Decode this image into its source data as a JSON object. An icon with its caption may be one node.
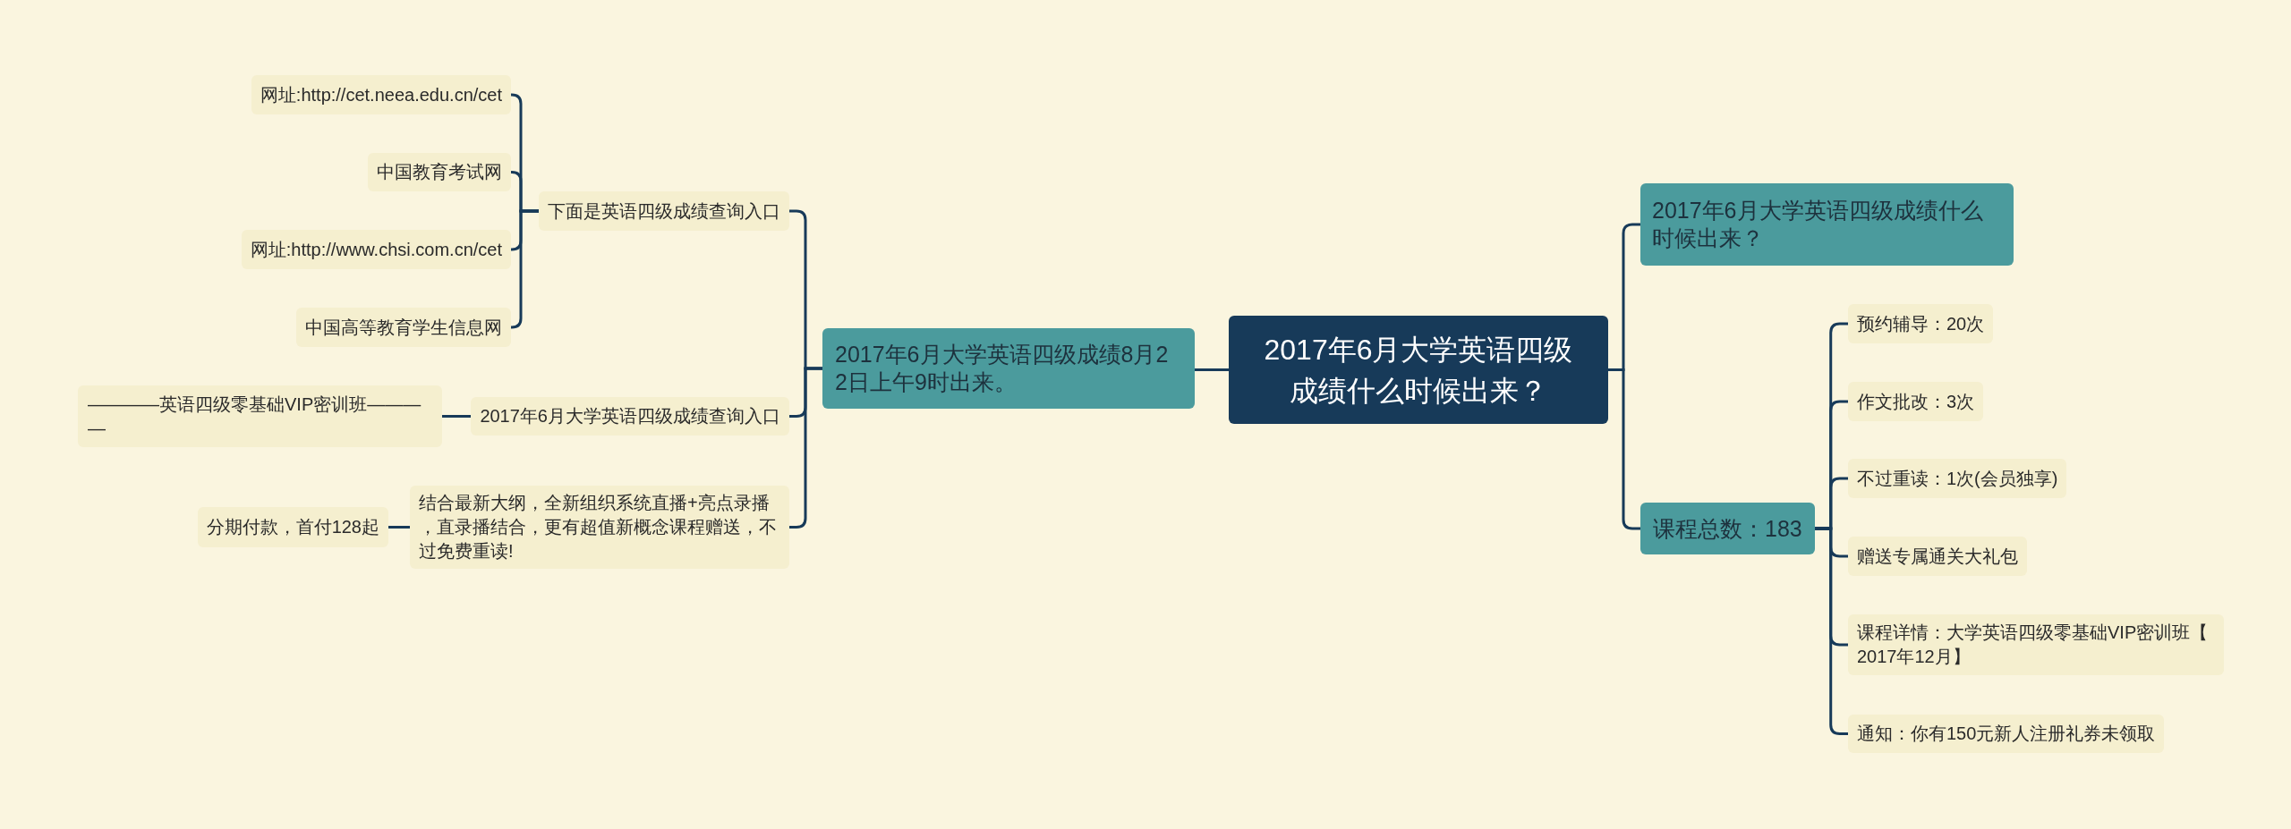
{
  "diagram": {
    "nodes": [
      {
        "text": [
          "2017年6月大学英语四级成绩什么时候出来？"
        ]
      },
      {
        "text": [
          "2017年6月大学英语四级成绩8月22日上午9时出来。"
        ]
      },
      {
        "text": [
          "下面是英语四级成绩查询入口"
        ]
      },
      {
        "text": [
          "网址:http://cet.neea.edu.cn/cet"
        ]
      },
      {
        "text": [
          "中国教育考试网"
        ]
      },
      {
        "text": [
          "网址:http://www.chsi.com.cn/cet"
        ]
      },
      {
        "text": [
          "中国高等教育学生信息网"
        ]
      },
      {
        "text": [
          "2017年6月大学英语四级成绩查询入口"
        ]
      },
      {
        "text": [
          "————英语四级零基础VIP密训班————"
        ]
      },
      {
        "text": [
          "结合最新大纲，全新组织系统直播+亮点录播，直录播结合，更有超值新概念课程赠送，不过免费重读!"
        ]
      },
      {
        "text": [
          "分期付款，首付128起"
        ]
      },
      {
        "text": [
          "2017年6月大学英语四级成绩什么时候出来？"
        ]
      },
      {
        "text": [
          "课程总数：183"
        ]
      },
      {
        "text": [
          "预约辅导：20次"
        ]
      },
      {
        "text": [
          "作文批改：3次"
        ]
      },
      {
        "text": [
          "不过重读：1次(会员独享)"
        ]
      },
      {
        "text": [
          "赠送专属通关大礼包"
        ]
      },
      {
        "text": [
          "课程详情：大学英语四级零基础VIP密训班【2017年12月】"
        ]
      },
      {
        "text": [
          "通知：你有150元新人注册礼券未领取"
        ]
      }
    ],
    "edges": [
      {
        "from": 0,
        "to": 1,
        "arrow": "none"
      },
      {
        "from": 1,
        "to": 2,
        "arrow": "none"
      },
      {
        "from": 2,
        "to": 3,
        "arrow": "none"
      },
      {
        "from": 2,
        "to": 4,
        "arrow": "none"
      },
      {
        "from": 2,
        "to": 5,
        "arrow": "none"
      },
      {
        "from": 2,
        "to": 6,
        "arrow": "none"
      },
      {
        "from": 1,
        "to": 7,
        "arrow": "none"
      },
      {
        "from": 7,
        "to": 8,
        "arrow": "none"
      },
      {
        "from": 1,
        "to": 9,
        "arrow": "none"
      },
      {
        "from": 9,
        "to": 10,
        "arrow": "none"
      },
      {
        "from": 0,
        "to": 11,
        "arrow": "none"
      },
      {
        "from": 0,
        "to": 12,
        "arrow": "none"
      },
      {
        "from": 12,
        "to": 13,
        "arrow": "none"
      },
      {
        "from": 12,
        "to": 14,
        "arrow": "none"
      },
      {
        "from": 12,
        "to": 15,
        "arrow": "none"
      },
      {
        "from": 12,
        "to": 16,
        "arrow": "none"
      },
      {
        "from": 12,
        "to": 17,
        "arrow": "none"
      },
      {
        "from": 12,
        "to": 18,
        "arrow": "none"
      }
    ]
  }
}
